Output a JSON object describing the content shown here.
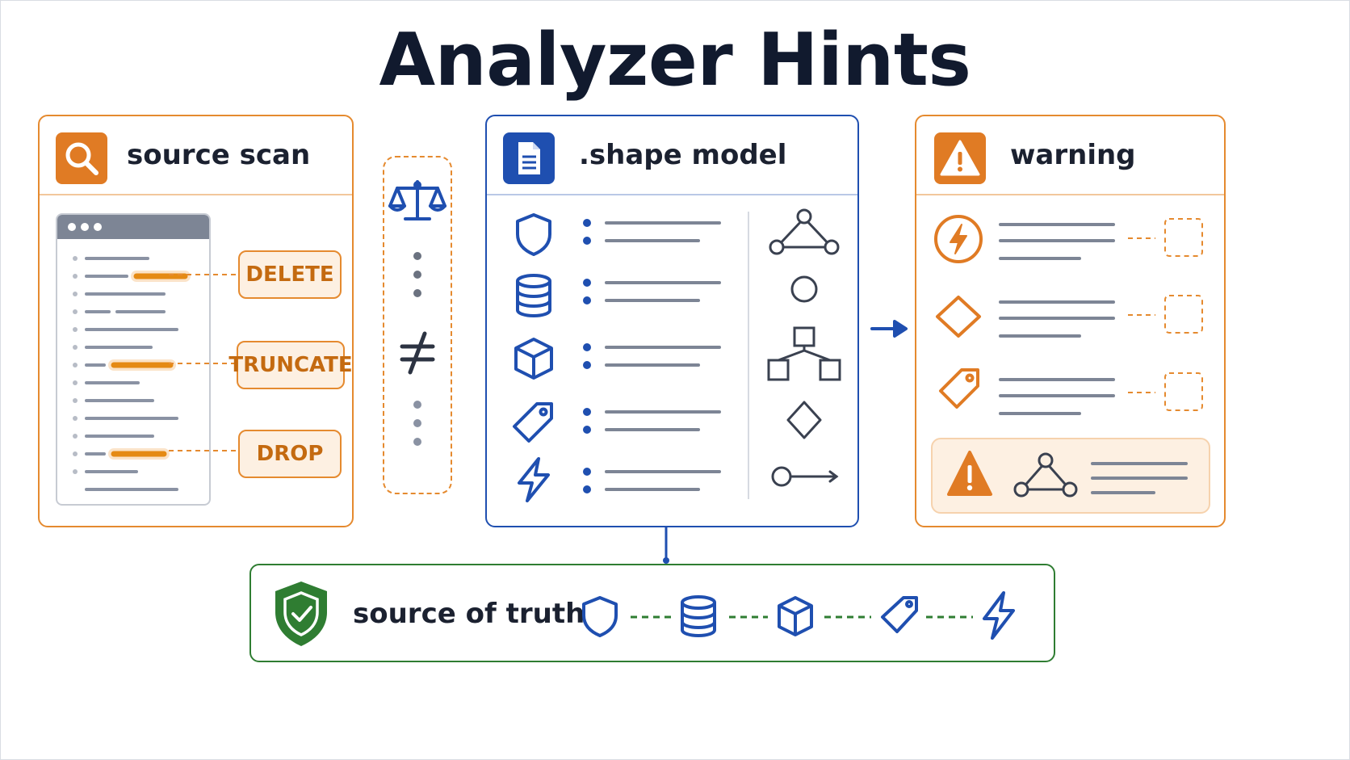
{
  "title": "Analyzer Hints",
  "panels": {
    "source_scan": {
      "label": "source scan",
      "tags": [
        "DELETE",
        "TRUNCATE",
        "DROP"
      ]
    },
    "shape_model": {
      "label": ".shape model"
    },
    "warning": {
      "label": "warning"
    },
    "source_of_truth": {
      "label": "source of truth"
    }
  },
  "colors": {
    "orange": "#e07b24",
    "blue": "#1f4fb0",
    "green": "#2f7d32",
    "ink": "#111a2e",
    "gray": "#7d8595"
  },
  "icons": {
    "comparison_column": [
      "balance-scale-icon",
      "vertical-dots-icon",
      "not-equal-icon",
      "vertical-dots-icon"
    ],
    "shape_model_rows": [
      "shield-icon",
      "database-icon",
      "cube-icon",
      "tag-icon",
      "lightning-icon"
    ],
    "shape_model_shapes": [
      "triangle-graph-icon",
      "circle-icon",
      "tree-graph-icon",
      "diamond-icon",
      "arrow-connector-icon"
    ],
    "warning_rows": [
      "lightning-circle-icon",
      "diamond-icon",
      "tag-icon"
    ],
    "truth_chain": [
      "shield-icon",
      "database-icon",
      "cube-icon",
      "tag-icon",
      "lightning-icon"
    ]
  }
}
